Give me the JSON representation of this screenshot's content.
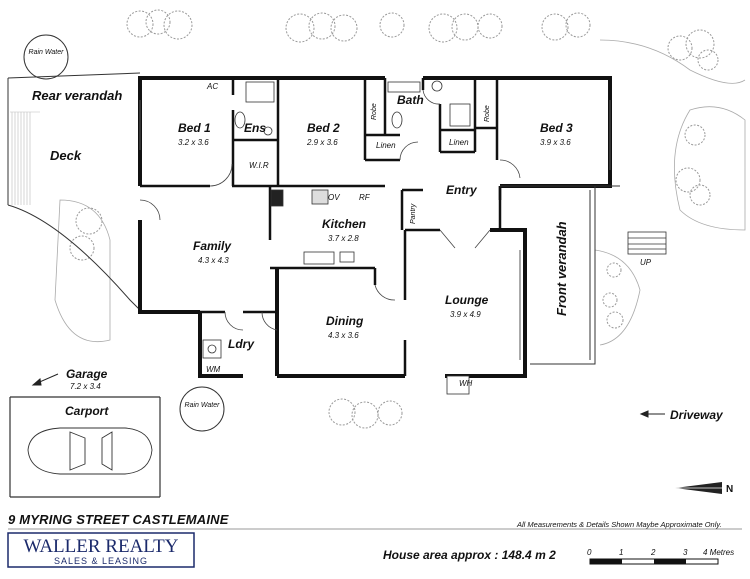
{
  "rooms": {
    "bed1": {
      "name": "Bed 1",
      "dim": "3.2 x 3.6"
    },
    "bed2": {
      "name": "Bed 2",
      "dim": "2.9 x 3.6"
    },
    "bed3": {
      "name": "Bed 3",
      "dim": "3.9 x 3.6"
    },
    "family": {
      "name": "Family",
      "dim": "4.3 x 4.3"
    },
    "kitchen": {
      "name": "Kitchen",
      "dim": "3.7 x 2.8"
    },
    "dining": {
      "name": "Dining",
      "dim": "4.3 x 3.6"
    },
    "lounge": {
      "name": "Lounge",
      "dim": "3.9 x 4.9"
    },
    "ens": "Ens",
    "bath": "Bath",
    "ldry": "Ldry",
    "entry": "Entry",
    "deck": "Deck",
    "garage": {
      "name": "Garage",
      "dim": "7.2 x 3.4"
    },
    "carport": "Carport",
    "rear_verandah": "Rear verandah",
    "front_verandah": "Front verandah",
    "driveway": "Driveway"
  },
  "labels": {
    "ac": "AC",
    "wir": "W.I.R",
    "robe": "Robe",
    "linen": "Linen",
    "ov": "OV",
    "rf": "RF",
    "pantry": "Pantry",
    "wm": "WM",
    "wh": "WH",
    "up": "UP",
    "rain_water_1": "Rain Water",
    "rain_water_2": "Rain Water",
    "north": "N"
  },
  "footer": {
    "address": "9 MYRING STREET CASTLEMAINE",
    "disclaimer": "All Measurements & Details Shown Maybe Approximate Only.",
    "brand_name": "WALLER REALTY",
    "brand_tagline": "SALES & LEASING",
    "house_area": "House area approx : 148.4 m 2",
    "scale_ticks": [
      "0",
      "1",
      "2",
      "3",
      "4 Metres"
    ]
  },
  "colors": {
    "brand": "#1b2a6b"
  }
}
